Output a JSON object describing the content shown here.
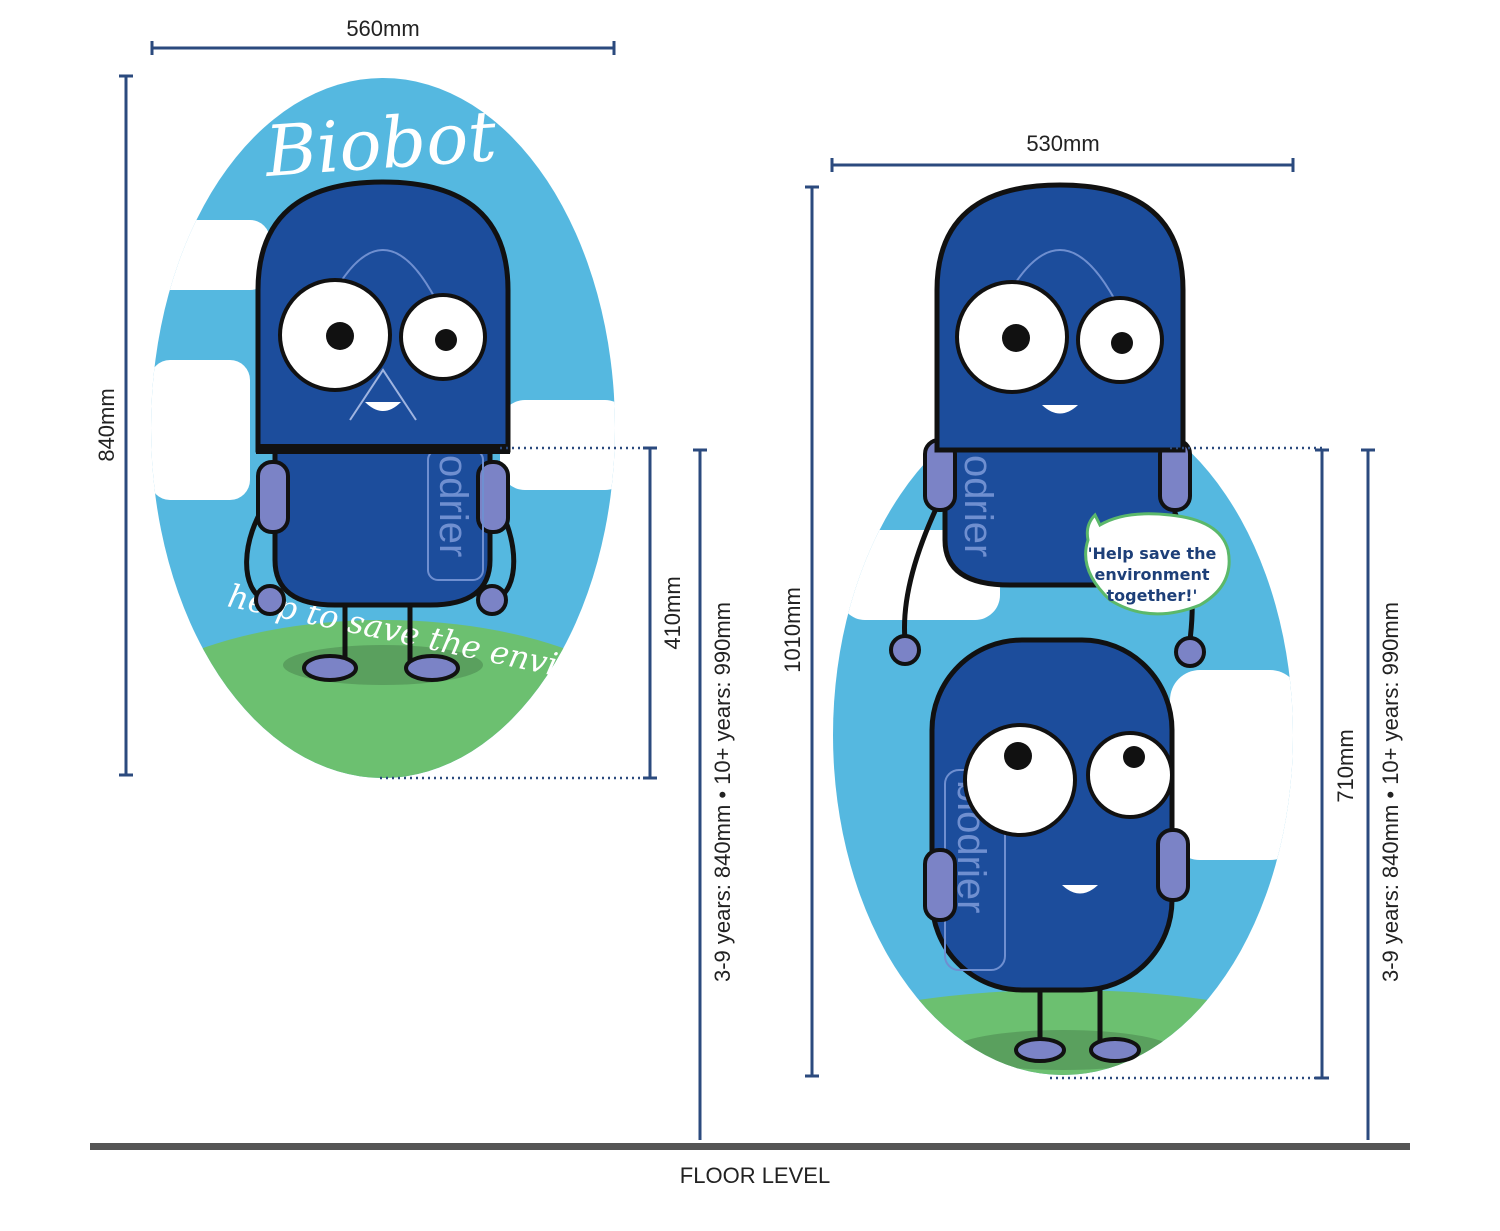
{
  "colors": {
    "sky": "#55b8e0",
    "grass": "#6cc070",
    "robot": "#1c4d9c",
    "limb": "#7b83c6",
    "dimension": "#2b4a7e",
    "floor": "#555555"
  },
  "left_panel": {
    "title": "Biobot",
    "slogan": "help to save the environment",
    "brand": "odrier",
    "width_label": "560mm",
    "height_label": "840mm",
    "offset_label": "410mm",
    "mount_label": "3-9 years:  840mm • 10+ years: 990mm"
  },
  "right_panel": {
    "speech": [
      "'Help save the",
      "environment",
      "together!'"
    ],
    "brand_top": "odrier",
    "brand_bottom": "biodrier",
    "width_label": "530mm",
    "height_label": "1010mm",
    "offset_label": "710mm",
    "mount_label": "3-9 years:  840mm • 10+ years: 990mm"
  },
  "floor_label": "FLOOR LEVEL"
}
